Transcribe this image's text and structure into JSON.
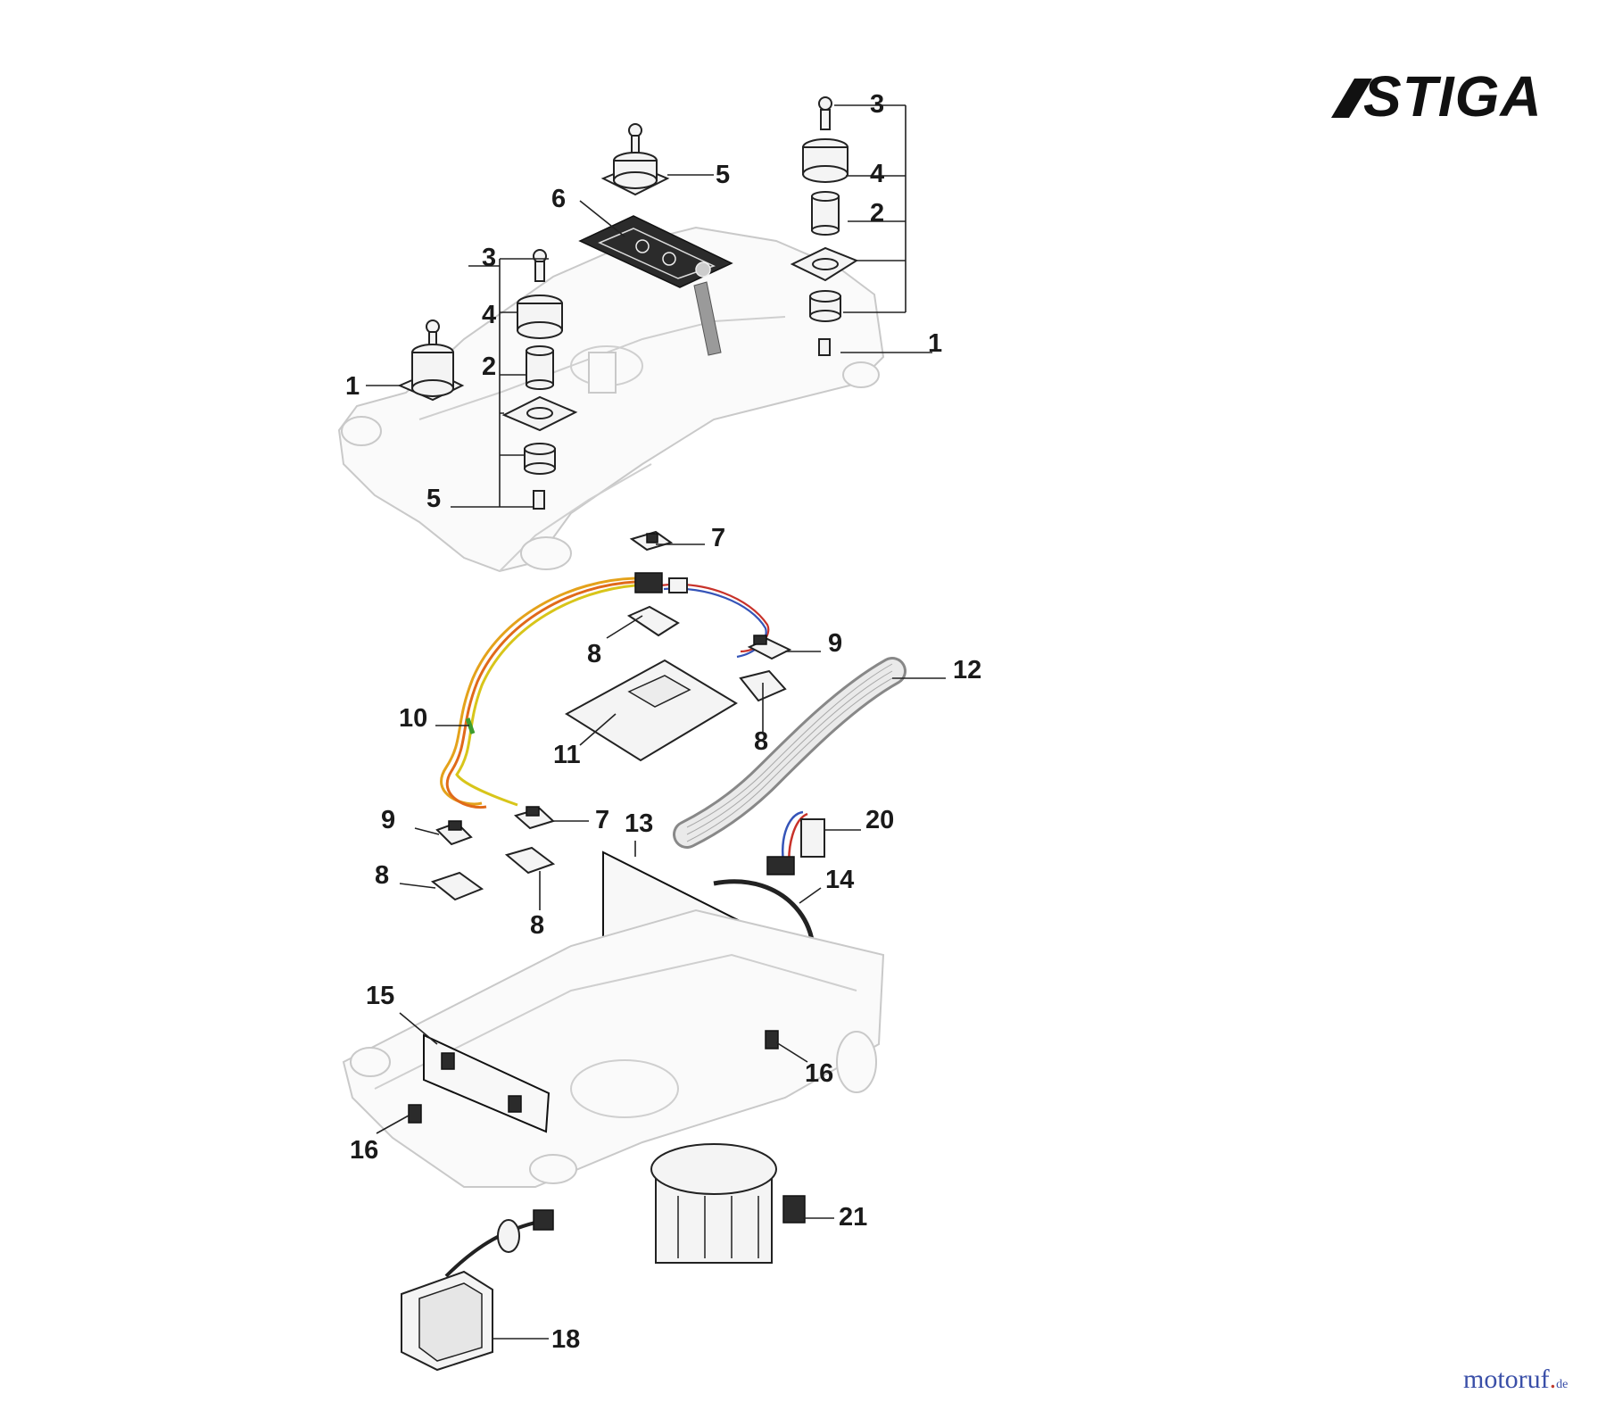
{
  "brand": {
    "logo_text": "STIGA"
  },
  "watermark": {
    "main": "motoruf",
    "accent": ".",
    "suffix": "de",
    "accent_color": "#c03a2b",
    "text_color": "#3a4fa8"
  },
  "callouts": [
    {
      "id": "c-3-right",
      "text": "3"
    },
    {
      "id": "c-4-right",
      "text": "4"
    },
    {
      "id": "c-2-right",
      "text": "2"
    },
    {
      "id": "c-1-right",
      "text": "1"
    },
    {
      "id": "c-5-top",
      "text": "5"
    },
    {
      "id": "c-6",
      "text": "6"
    },
    {
      "id": "c-3-left",
      "text": "3"
    },
    {
      "id": "c-4-left",
      "text": "4"
    },
    {
      "id": "c-2-left",
      "text": "2"
    },
    {
      "id": "c-1-left",
      "text": "1"
    },
    {
      "id": "c-5-left",
      "text": "5"
    },
    {
      "id": "c-7-top",
      "text": "7"
    },
    {
      "id": "c-8-a",
      "text": "8"
    },
    {
      "id": "c-9-right",
      "text": "9"
    },
    {
      "id": "c-12",
      "text": "12"
    },
    {
      "id": "c-10",
      "text": "10"
    },
    {
      "id": "c-11",
      "text": "11"
    },
    {
      "id": "c-8-b",
      "text": "8"
    },
    {
      "id": "c-9-left",
      "text": "9"
    },
    {
      "id": "c-7-bottom",
      "text": "7"
    },
    {
      "id": "c-13",
      "text": "13"
    },
    {
      "id": "c-20",
      "text": "20"
    },
    {
      "id": "c-8-c",
      "text": "8"
    },
    {
      "id": "c-14",
      "text": "14"
    },
    {
      "id": "c-8-d",
      "text": "8"
    },
    {
      "id": "c-15",
      "text": "15"
    },
    {
      "id": "c-16-right",
      "text": "16"
    },
    {
      "id": "c-16-left",
      "text": "16"
    },
    {
      "id": "c-21",
      "text": "21"
    },
    {
      "id": "c-18",
      "text": "18"
    }
  ]
}
